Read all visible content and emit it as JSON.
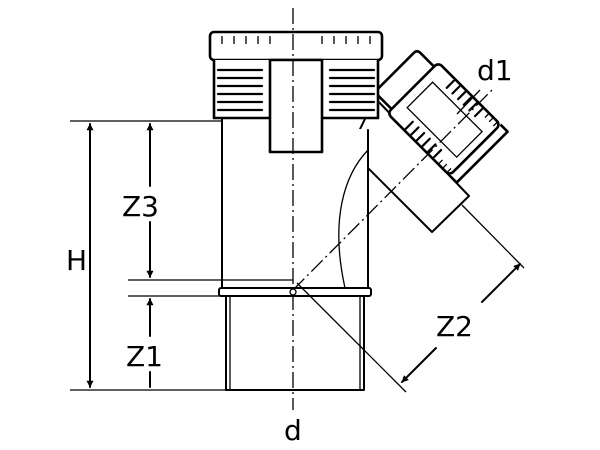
{
  "labels": {
    "d1": "d1",
    "z3": "Z3",
    "h": "H",
    "z2": "Z2",
    "z1": "Z1",
    "d": "d"
  }
}
